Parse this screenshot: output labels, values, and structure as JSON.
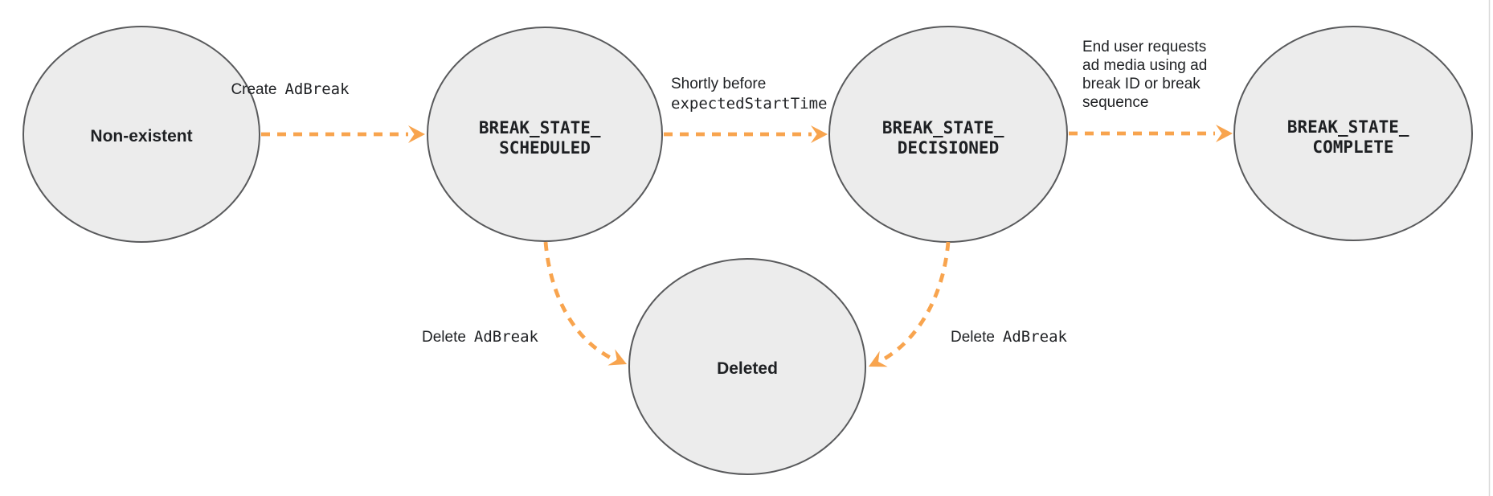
{
  "diagram": {
    "colors": {
      "node_fill": "#ECECEC",
      "node_stroke": "#595A5C",
      "arrow": "#F8A44E",
      "text": "#1E2023",
      "page_border": "#D9D9D9"
    },
    "states": {
      "non_existent": {
        "label": "Non-existent"
      },
      "scheduled": {
        "line1": "BREAK_STATE_",
        "line2": "SCHEDULED"
      },
      "decisioned": {
        "line1": "BREAK_STATE_",
        "line2": "DECISIONED"
      },
      "complete": {
        "line1": "BREAK_STATE_",
        "line2": "COMPLETE"
      },
      "deleted": {
        "label": "Deleted"
      }
    },
    "transitions": {
      "create": {
        "text_sans": "Create",
        "text_mono": "AdBreak"
      },
      "decision": {
        "line1_sans": "Shortly before",
        "line2_mono": "expectedStartTime"
      },
      "complete": {
        "line1": "End user requests",
        "line2": "ad media using ad",
        "line3": "break ID or break",
        "line4": "sequence"
      },
      "delete_from_scheduled": {
        "text_sans": "Delete",
        "text_mono": "AdBreak"
      },
      "delete_from_decisioned": {
        "text_sans": "Delete",
        "text_mono": "AdBreak"
      }
    }
  }
}
